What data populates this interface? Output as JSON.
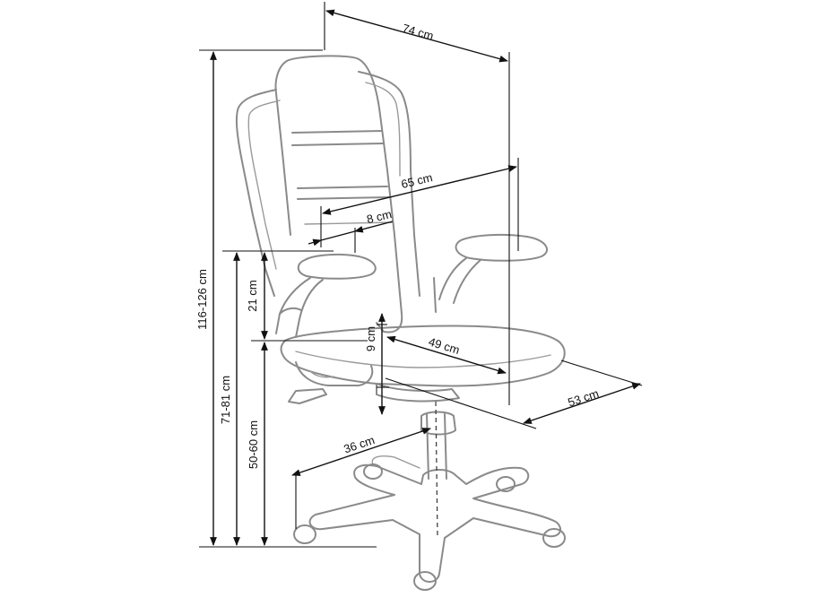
{
  "product": "office-chair",
  "dimensions": {
    "total_depth": "74 cm",
    "armrest_span": "65 cm",
    "armrest_width": "8 cm",
    "armrest_height_above_seat": "21 cm",
    "seat_thickness_adjust": "9 cm",
    "seat_depth": "49 cm",
    "seat_width": "53 cm",
    "base_radius": "36 cm",
    "total_height": "116-126 cm",
    "armrest_height": "71-81 cm",
    "seat_height": "50-60 cm"
  },
  "colors": {
    "outline": "#8a8a8a",
    "dimension_line": "#111111"
  }
}
